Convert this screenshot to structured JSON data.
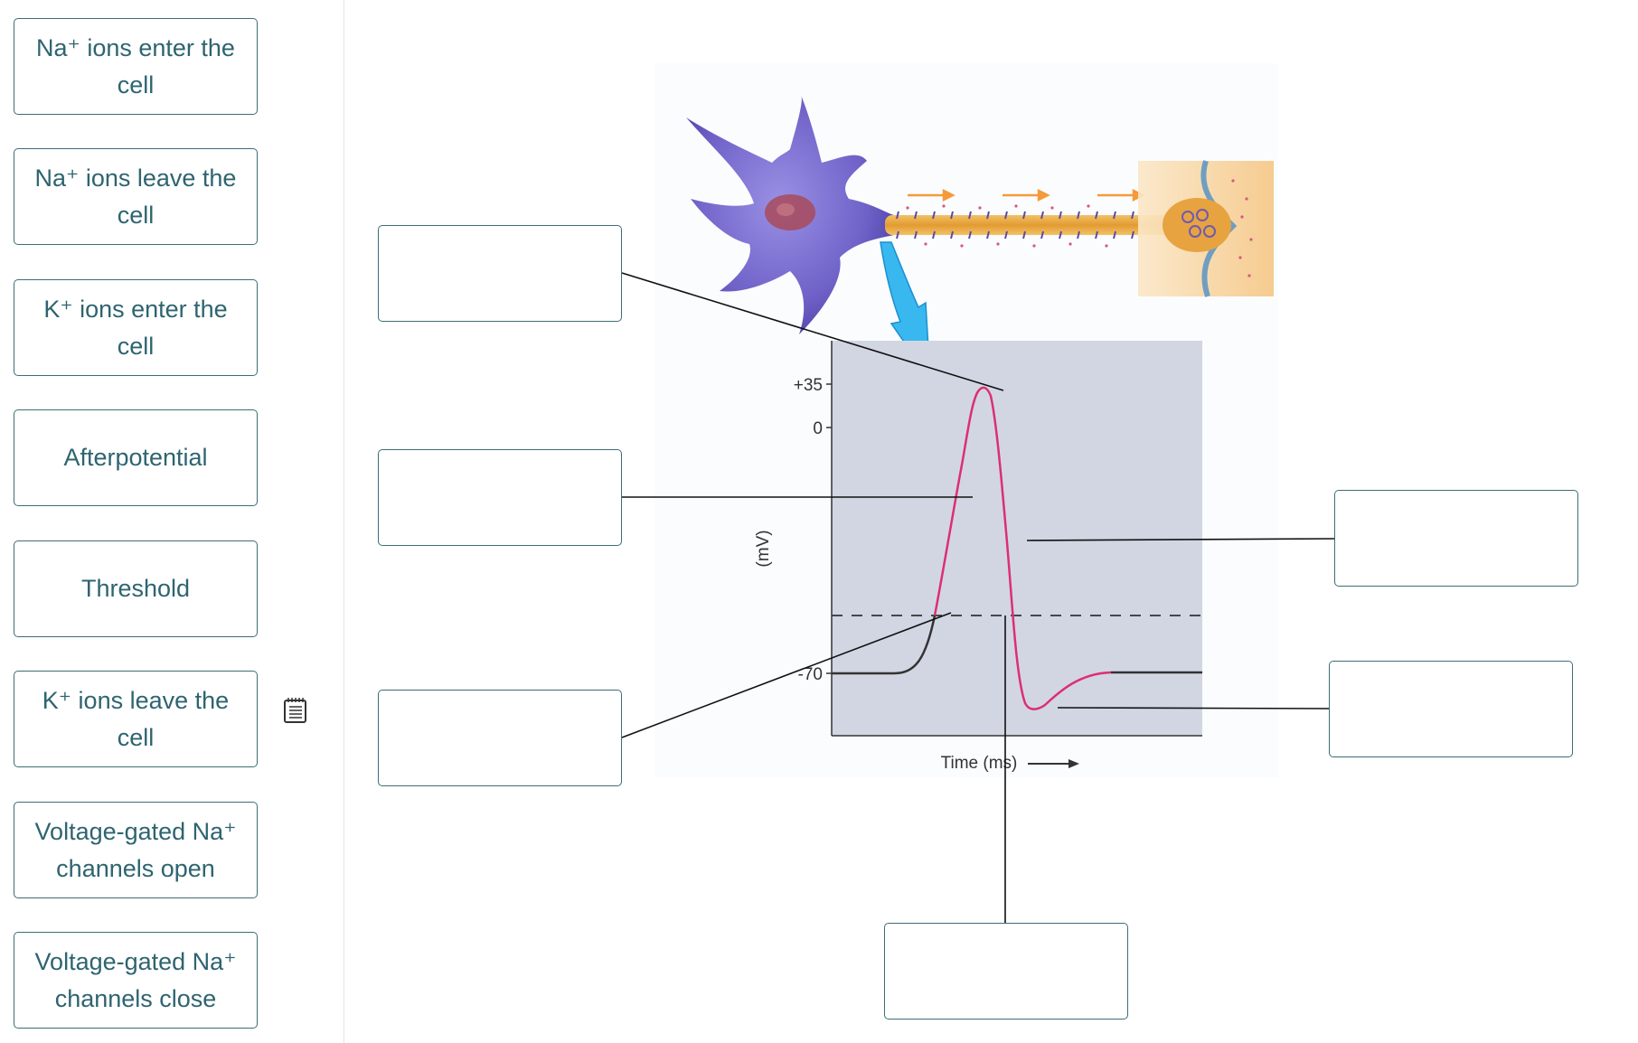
{
  "label_bank": {
    "items": [
      {
        "label": "Na⁺ ions enter the cell"
      },
      {
        "label": "Na⁺ ions leave the cell"
      },
      {
        "label": "K⁺ ions enter the cell"
      },
      {
        "label": "Afterpotential"
      },
      {
        "label": "Threshold"
      },
      {
        "label": "K⁺ ions leave the cell"
      },
      {
        "label": "Voltage-gated Na⁺ channels open"
      },
      {
        "label": "Voltage-gated Na⁺ channels close"
      }
    ]
  },
  "notes_icon": "notes-icon",
  "graph": {
    "tick_plus35": "+35",
    "tick_zero": "0",
    "tick_minus70": "-70",
    "y_axis_label": "(mV)",
    "x_axis_label": "Time (ms)",
    "colors": {
      "trace_red": "#dc2f73",
      "trace_black": "#333333",
      "plot_bg": "#d2d6e3",
      "neuron_body": "#6e62c8",
      "blue_arrow": "#39b8ef",
      "orange_arrow": "#f59a3a"
    }
  },
  "drop_targets": [
    {
      "value": ""
    },
    {
      "value": ""
    },
    {
      "value": ""
    },
    {
      "value": ""
    },
    {
      "value": ""
    },
    {
      "value": ""
    }
  ]
}
